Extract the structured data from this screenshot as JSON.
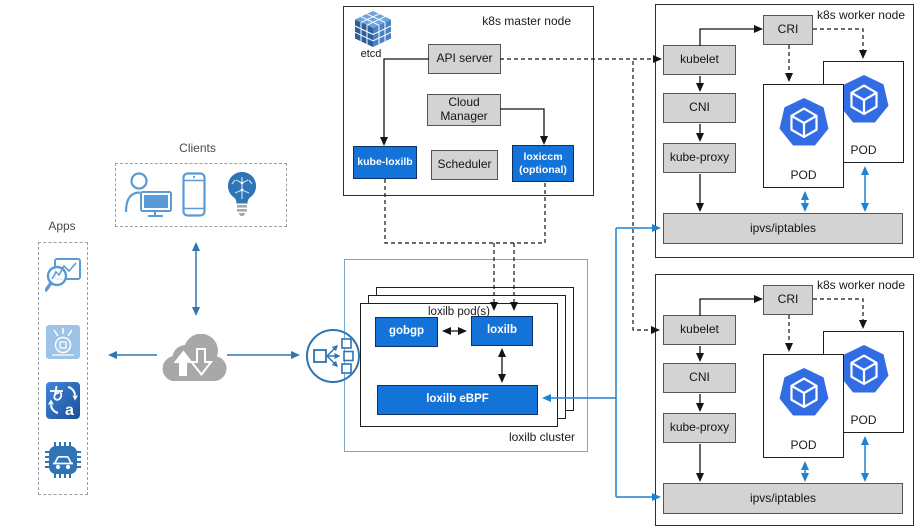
{
  "apps": {
    "label": "Apps"
  },
  "clients": {
    "label": "Clients"
  },
  "master": {
    "title": "k8s master node",
    "etcd_label": "etcd",
    "api_server": "API server",
    "cloud_manager": "Cloud Manager",
    "scheduler": "Scheduler",
    "kube_loxilb": "kube-loxilb",
    "loxiccm_line1": "loxiccm",
    "loxiccm_line2": "(optional)"
  },
  "cluster": {
    "title": "loxilb cluster",
    "pods_label": "loxilb pod(s)",
    "gobgp": "gobgp",
    "loxilb": "loxilb",
    "ebpf": "loxilb eBPF"
  },
  "workers": [
    {
      "title": "k8s worker node",
      "cri": "CRI",
      "kubelet": "kubelet",
      "cni": "CNI",
      "kube_proxy": "kube-proxy",
      "pod_front": "POD",
      "pod_back": "POD",
      "ipvs": "ipvs/iptables"
    },
    {
      "title": "k8s worker node",
      "cri": "CRI",
      "kubelet": "kubelet",
      "cni": "CNI",
      "kube_proxy": "kube-proxy",
      "pod_front": "POD",
      "pod_back": "POD",
      "ipvs": "ipvs/iptables"
    }
  ],
  "icons": {
    "etcd": "etcd-cube-icon",
    "pod": "kubernetes-pod-icon",
    "cloud": "cloud-updown-icon",
    "load_balancer": "load-balancer-icon",
    "clients": [
      "person-workstation-icon",
      "smartphone-icon",
      "iot-bulb-icon"
    ],
    "apps": [
      "analytics-app-icon",
      "iot-hub-app-icon",
      "translate-app-icon",
      "automotive-chip-app-icon"
    ]
  },
  "colors": {
    "blue_box": "#1373d8",
    "blue_box_border": "#0c2f66",
    "gray_box": "#d3d3d3",
    "node_border": "#2e2e2e",
    "cluster_border": "#7aa7cc",
    "k8s_pod_blue": "#326ce5",
    "arrow_blue": "#1e82d2",
    "cloud_arrow_blue": "#2e75b6",
    "client_icon_blue": "#5b9bd5",
    "cloud_gray": "#a8a8a8"
  }
}
